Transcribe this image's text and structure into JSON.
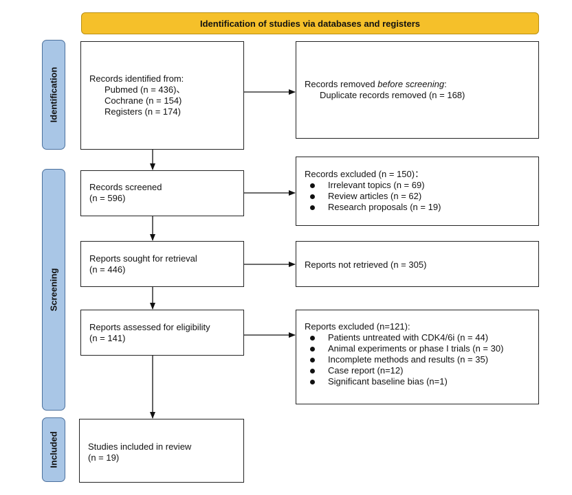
{
  "header": {
    "title": "Identification of studies via databases and registers"
  },
  "stages": {
    "identification": "Identification",
    "screening": "Screening",
    "included": "Included"
  },
  "identified": {
    "title": "Records identified from:",
    "pubmed": "Pubmed (n = 436)、",
    "cochrane": "Cochrane (n = 154)",
    "registers": "Registers (n = 174)"
  },
  "removed": {
    "prefix": "Records removed ",
    "emphasis": "before screening",
    "suffix": ":",
    "duplicates": "Duplicate records removed  (n = 168)"
  },
  "screened": {
    "title": "Records screened",
    "count": "(n = 596)"
  },
  "excluded": {
    "title": "Records excluded (n = 150)：",
    "items": [
      "Irrelevant topics (n = 69)",
      "Review articles (n = 62)",
      "Research proposals (n = 19)"
    ]
  },
  "sought": {
    "title": "Reports sought for retrieval",
    "count": "(n = 446)"
  },
  "not_retrieved": {
    "title": "Reports not retrieved (n = 305)"
  },
  "assessed": {
    "title": "Reports assessed for eligibility",
    "count": "(n = 141)"
  },
  "reports_excluded": {
    "title": "Reports excluded (n=121):",
    "items": [
      "Patients untreated with CDK4/6i (n = 44)",
      "Animal experiments or phase I trials (n = 30)",
      "Incomplete methods and results (n = 35)",
      "Case report (n=12)",
      "Significant baseline bias (n=1)"
    ]
  },
  "included": {
    "title": "Studies included in review",
    "count": "(n = 19)"
  }
}
